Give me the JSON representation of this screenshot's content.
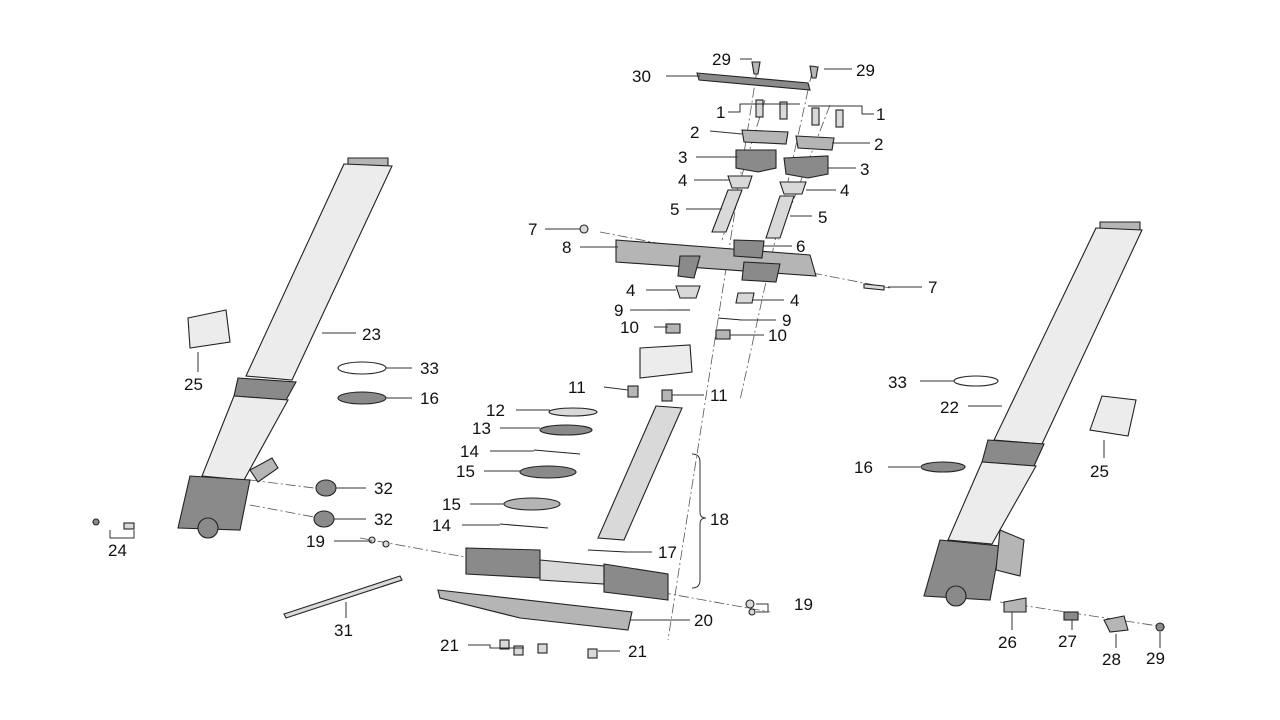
{
  "diagram": {
    "type": "exploded-parts-view",
    "colors": {
      "line": "#222222",
      "fill_light": "#d9d9d9",
      "fill_mid": "#b5b5b5",
      "fill_dark": "#8a8a8a",
      "text": "#111111"
    },
    "callouts": [
      {
        "id": "c-29-a",
        "label": "29"
      },
      {
        "id": "c-29-b",
        "label": "29"
      },
      {
        "id": "c-30",
        "label": "30"
      },
      {
        "id": "c-1-a",
        "label": "1"
      },
      {
        "id": "c-1-b",
        "label": "1"
      },
      {
        "id": "c-2-a",
        "label": "2"
      },
      {
        "id": "c-2-b",
        "label": "2"
      },
      {
        "id": "c-3-a",
        "label": "3"
      },
      {
        "id": "c-3-b",
        "label": "3"
      },
      {
        "id": "c-4-a",
        "label": "4"
      },
      {
        "id": "c-4-b",
        "label": "4"
      },
      {
        "id": "c-5-a",
        "label": "5"
      },
      {
        "id": "c-5-b",
        "label": "5"
      },
      {
        "id": "c-7-a",
        "label": "7"
      },
      {
        "id": "c-8",
        "label": "8"
      },
      {
        "id": "c-6",
        "label": "6"
      },
      {
        "id": "c-7-b",
        "label": "7"
      },
      {
        "id": "c-4-c",
        "label": "4"
      },
      {
        "id": "c-4-d",
        "label": "4"
      },
      {
        "id": "c-9-a",
        "label": "9"
      },
      {
        "id": "c-9-b",
        "label": "9"
      },
      {
        "id": "c-10-a",
        "label": "10"
      },
      {
        "id": "c-10-b",
        "label": "10"
      },
      {
        "id": "c-11-a",
        "label": "11"
      },
      {
        "id": "c-11-b",
        "label": "11"
      },
      {
        "id": "c-12",
        "label": "12"
      },
      {
        "id": "c-13",
        "label": "13"
      },
      {
        "id": "c-14-a",
        "label": "14"
      },
      {
        "id": "c-15-a",
        "label": "15"
      },
      {
        "id": "c-15-b",
        "label": "15"
      },
      {
        "id": "c-14-b",
        "label": "14"
      },
      {
        "id": "c-18",
        "label": "18"
      },
      {
        "id": "c-17",
        "label": "17"
      },
      {
        "id": "c-19-a",
        "label": "19"
      },
      {
        "id": "c-19-b",
        "label": "19"
      },
      {
        "id": "c-20",
        "label": "20"
      },
      {
        "id": "c-21-a",
        "label": "21"
      },
      {
        "id": "c-21-b",
        "label": "21"
      },
      {
        "id": "c-23",
        "label": "23"
      },
      {
        "id": "c-33-a",
        "label": "33"
      },
      {
        "id": "c-25-a",
        "label": "25"
      },
      {
        "id": "c-16-a",
        "label": "16"
      },
      {
        "id": "c-32-a",
        "label": "32"
      },
      {
        "id": "c-32-b",
        "label": "32"
      },
      {
        "id": "c-24",
        "label": "24"
      },
      {
        "id": "c-31",
        "label": "31"
      },
      {
        "id": "c-33-b",
        "label": "33"
      },
      {
        "id": "c-22",
        "label": "22"
      },
      {
        "id": "c-25-b",
        "label": "25"
      },
      {
        "id": "c-16-b",
        "label": "16"
      },
      {
        "id": "c-26",
        "label": "26"
      },
      {
        "id": "c-27",
        "label": "27"
      },
      {
        "id": "c-28",
        "label": "28"
      },
      {
        "id": "c-29-c",
        "label": "29"
      }
    ]
  }
}
